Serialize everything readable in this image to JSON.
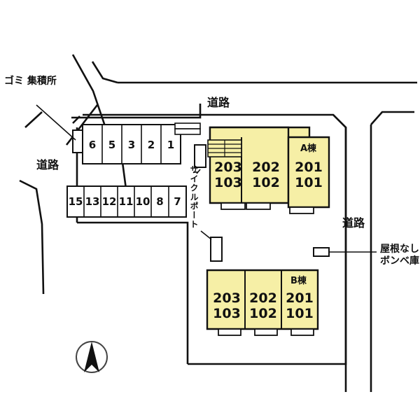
{
  "figure": {
    "kind": "site-plan",
    "title_visible": false,
    "background_color": "#ffffff",
    "line_color": "#111111",
    "building_fill": "#f6efa6",
    "building_stroke": "#111111"
  },
  "labels": {
    "gomi": "ゴミ\n集積所",
    "road_top": "道路",
    "road_left": "道路",
    "road_right": "道路",
    "cycle_port": "サイクルポート",
    "bombe": "屋根なし\nボンベ庫",
    "compass": "north-arrow"
  },
  "buildings": [
    {
      "id": "A",
      "name": "A棟",
      "units": [
        {
          "upper": "203",
          "lower": "103"
        },
        {
          "upper": "202",
          "lower": "102"
        },
        {
          "upper": "201",
          "lower": "101"
        }
      ]
    },
    {
      "id": "B",
      "name": "B棟",
      "units": [
        {
          "upper": "203",
          "lower": "103"
        },
        {
          "upper": "202",
          "lower": "102"
        },
        {
          "upper": "201",
          "lower": "101"
        }
      ]
    }
  ],
  "parking": {
    "row_top": [
      "6",
      "5",
      "3",
      "2",
      "1"
    ],
    "row_bottom": [
      "15",
      "13",
      "12",
      "11",
      "10",
      "8",
      "7"
    ]
  }
}
